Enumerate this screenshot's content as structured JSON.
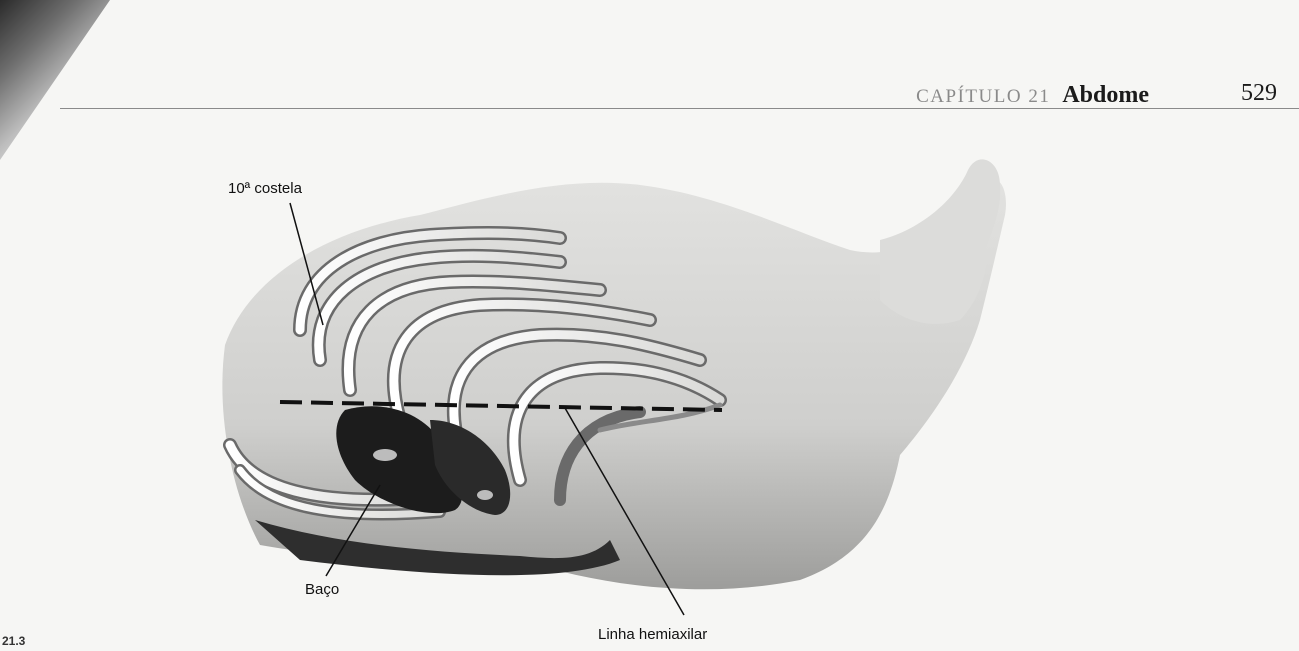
{
  "header": {
    "chapter_label": "CAPÍTULO 21",
    "chapter_title": "Abdome",
    "page_number": "529"
  },
  "figure": {
    "labels": {
      "rib": "10ª costela",
      "spleen": "Baço",
      "axillary_line": "Linha hemiaxilar"
    },
    "figure_number": "21.3"
  }
}
